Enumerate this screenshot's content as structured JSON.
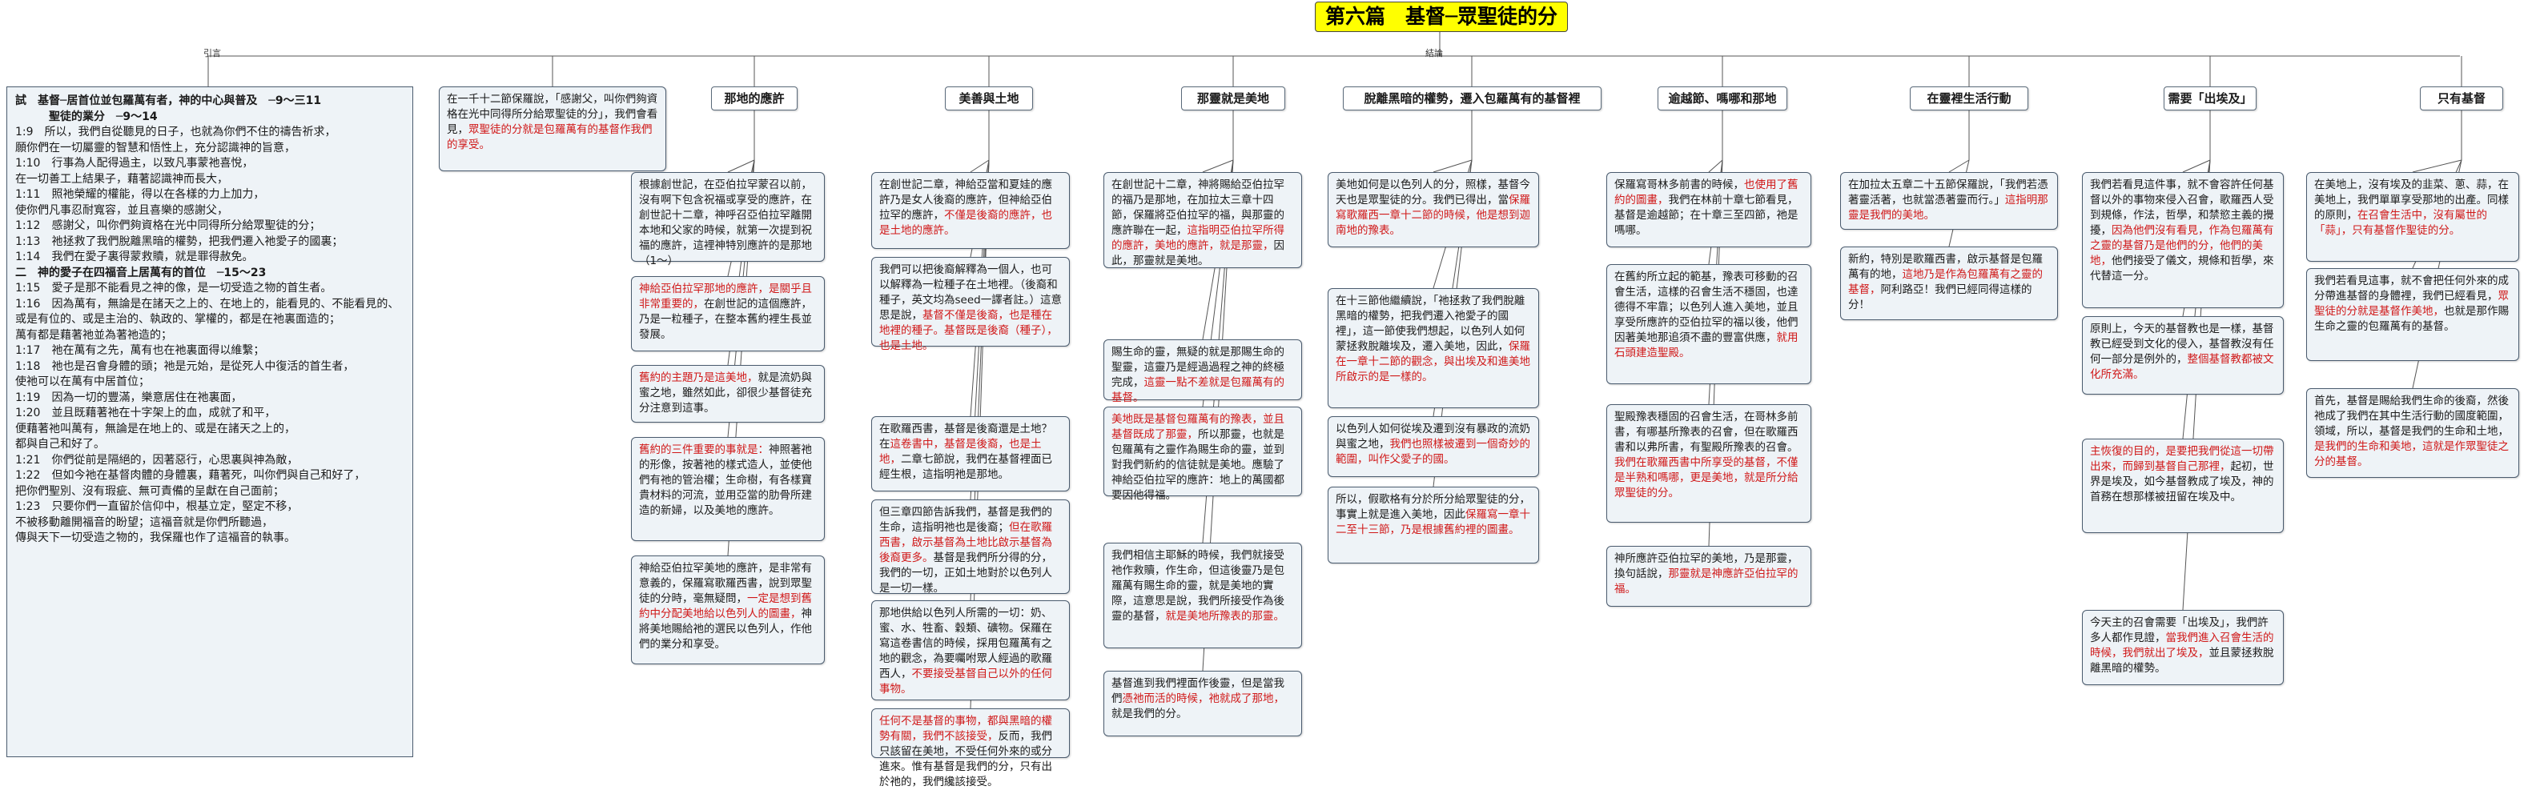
{
  "title": "第六篇　基督─眾聖徒的分",
  "labels": {
    "left": "引言",
    "right": "結論"
  },
  "outline": {
    "main": "試　基督─居首位並包羅萬有者，神的中心與普及　─9～三11",
    "line2": "　　　聖徒的業分　─9～14",
    "verses": [
      "1:9　所以，我們自從聽見的日子，也就為你們不住的禱告祈求，",
      "願你們在一切屬靈的智慧和悟性上，充分認識神的旨意，",
      "1:10　行事為人配得過主，以致凡事蒙祂喜悅，",
      "在一切善工上結果子，藉著認識神而長大，",
      "1:11　照祂榮耀的權能，得以在各樣的力上加力，",
      "使你們凡事忍耐寬容，並且喜樂的感謝父，",
      "1:12　感謝父，叫你們夠資格在光中同得所分給眾聖徒的分；",
      "1:13　祂拯救了我們脫離黑暗的權勢，把我們遷入祂愛子的國裏；",
      "1:14　我們在愛子裏得蒙救贖，就是罪得赦免。"
    ],
    "sec2": "二　神的愛子在四福音上居萬有的首位　─15～23",
    "verses2": [
      "1:15　愛子是那不能看見之神的像，是一切受造之物的首生者。",
      "1:16　因為萬有，無論是在諸天之上的、在地上的，能看見的、不能看見的、",
      "或是有位的、或是主治的、執政的、掌權的，都是在祂裏面造的；",
      "萬有都是藉著祂並為著祂造的；",
      "1:17　祂在萬有之先，萬有也在祂裏面得以維繫；",
      "1:18　祂也是召會身體的頭；祂是元始，是從死人中復活的首生者，",
      "使祂可以在萬有中居首位；",
      "1:19　因為一切的豐滿，樂意居住在祂裏面，",
      "1:20　並且既藉著祂在十字架上的血，成就了和平，",
      "便藉著祂叫萬有，無論是在地上的、或是在諸天之上的，",
      "都與自己和好了。",
      "1:21　你們從前是隔絕的，因著惡行，心思裏與神為敵，",
      "1:22　但如今祂在基督肉體的身體裏，藉著死，叫你們與自己和好了，",
      "把你們聖別、沒有瑕疵、無可責備的呈獻在自己面前；",
      "1:23　只要你們一直留於信仰中，根基立定，堅定不移，",
      "不被移動離開福音的盼望；這福音就是你們所聽過，",
      "傳與天下一切受造之物的，我保羅也作了這福音的執事。"
    ]
  },
  "intro": {
    "text": "在一千十二節保羅說，「感謝父，叫你們夠資格在光中同得所分給眾聖徒的分」，我們會看見，",
    "red": "眾聖徒的分就是包羅萬有的基督作我們的享受。"
  },
  "headings": {
    "h1": "那地的應許",
    "h2": "美善與土地",
    "h3": "那靈就是美地",
    "h4": "脫離黑暗的權勢，遷入包羅萬有的基督裡",
    "h5": "逾越節、嗎哪和那地",
    "h6": "在靈裡生活行動",
    "h7": "需要「出埃及」",
    "h8": "只有基督"
  },
  "col1": {
    "b1": "根據創世記，在亞伯拉罕蒙召以前，沒有啊下包含祝福或享受的應許，在創世記十二章，神呼召亞伯拉罕離開本地和父家的時候，就第一次提到祝福的應許，這裡神特別應許的是那地（1～）",
    "b1red": "第一次提到祝福的應許。",
    "b2": "神給亞伯拉罕那地的應許，是關乎且非常重要的，在創世記的這個應許，乃是一粒種子，在整本舊約裡生長並發展。",
    "b2red": "神給亞伯拉罕那地的應許，是關乎且非常重要的，",
    "b3": "舊約的主題乃是這美地，就是流奶與蜜之地，雖然如此，卻很少基督徒充分注意到這事。",
    "b3red": "舊約的主題乃是這美地，",
    "b4": "舊約的三件重要的事就是：神照著祂的形像，按著祂的樣式造人，並使他們有祂的管治權；生命樹，有各樣寶貴材料的河流，並用亞當的肋骨所建造的新婦，以及美地的應許。",
    "b4red": "舊約的三件重要的事就是：",
    "b5": "神給亞伯拉罕美地的應許，是非常有意義的，保羅寫歌羅西書，說到眾聖徒的分時，毫無疑問，一定是想到舊約中分配美地給以色列人的圖畫，神將美地賜給祂的選民以色列人，作他們的業分和享受。",
    "b5red": "一定是想到舊約中分配美地給以色列人的圖畫，"
  },
  "col2": {
    "b1": "在創世記二章，神給亞當和夏娃的應許乃是女人後裔的應許，但神給亞伯拉罕的應許，不僅是後裔的應許，也是土地的應許。",
    "b1red": "不僅是後裔的應許，也是土地的應許。",
    "b2": "我們可以把後裔解釋為一個人，也可以解釋為一粒種子在土地裡。（後裔和種子，英文均為seed一譯者註。）這意思是說，基督不僅是後裔，也是種在地裡的種子。基督既是後裔（種子），也是土地。",
    "b2red": "基督不僅是後裔，也是種在地裡的種子。基督既是後裔（種子），也是土地。",
    "b3": "在歌羅西書，基督是後裔還是土地？在這卷書中，基督是後裔，也是土地，二章七節說，我們在基督裡面已經生根，這指明祂是那地。",
    "b3red": "這卷書中，基督是後裔，也是土地，",
    "b4": "但三章四節告訴我們，基督是我們的生命，這指明祂也是後裔；但在歌羅西書，啟示基督為土地比啟示基督為後裔更多。基督是我們所分得的分，我們的一切，正如土地對於以色列人是一切一樣。",
    "b4red": "但在歌羅西書，啟示基督為土地比啟示基督為後裔更多。",
    "b5": "那地供給以色列人所需的一切：奶、蜜、水、牲畜、穀類、礦物。保羅在寫這卷書信的時候，採用包羅萬有之地的觀念，為要囑咐眾人經過的歌羅西人，不要接受基督自己以外的任何事物。",
    "b5red": "不要接受基督自己以外的任何事物。",
    "b6": "任何不是基督的事物，都與黑暗的權勢有關，我們不該接受，反而，我們只該留在美地，不受任何外來的或分進來。惟有基督是我們的分，只有出於祂的，我們纔該接受。",
    "b6red": "任何不是基督的事物，都與黑暗的權勢有關，我們不該接受，"
  },
  "col3": {
    "b1": "在創世記十二章，神將賜給亞伯拉罕的福乃是那地，在加拉太三章十四節，保羅將亞伯拉罕的福，與那靈的應許聯在一起，這指明亞伯拉罕所得的應許，美地的應許，就是那靈，因此，那靈就是美地。",
    "b1red": "這指明亞伯拉罕所得的應許，美地的應許，就是那靈，",
    "b2": "賜生命的靈，無疑的就是那賜生命的聖靈，這靈乃是經過過程之神的終極完成，這靈一點不差就是包羅萬有的基督。",
    "b2red": "這靈一點不差就是包羅萬有的基督。",
    "b3": "美地既是基督包羅萬有的豫表，並且基督既成了那靈，所以那靈，也就是包羅萬有之靈作為賜生命的靈，並到對我們新約的信徒就是美地。應驗了神給亞伯拉罕的應許：地上的萬國都要因他得福。",
    "b3red": "美地既是基督包羅萬有的豫表，並且基督既成了那靈，",
    "b4": "我們相信主耶穌的時候，我們就接受祂作救贖，作生命，但這後靈乃是包羅萬有賜生命的靈，就是美地的實際，這意思是說，我們所接受作為後靈的基督，就是美地所豫表的那靈。",
    "b4red": "就是美地所豫表的那靈。",
    "b5": "基督進到我們裡面作後靈，但是當我們憑祂而活的時候，祂就成了那地，就是我們的分。",
    "b5red": "憑祂而活的時候，祂就成了那地，"
  },
  "col4": {
    "b1": "美地如何是以色列人的分，照樣，基督今天也是眾聖徒的分。我們已得出，當保羅寫歌羅西一章十二節的時候，他是想到迦南地的豫表。",
    "b1red": "保羅寫歌羅西一章十二節的時候，他是想到迦南地的豫表。",
    "b2": "在十三節他繼續說，「祂拯救了我們脫離黑暗的權勢，把我們遷入祂愛子的國裡」，這一節使我們想起，以色列人如何蒙拯救脫離埃及，遷入美地，因此，保羅在一章十二節的觀念，與出埃及和進美地所啟示的是一樣的。",
    "b2red": "保羅在一章十二節的觀念，與出埃及和進美地所啟示的是一樣的。",
    "b3": "以色列人如何從埃及遷到沒有暴政的流奶與蜜之地，我們也照樣被遷到一個奇妙的範圍，叫作父愛子的國。",
    "b3red": "我們也照樣被遷到一個奇妙的範圍，叫作父愛子的國。",
    "b4": "所以，假歌格有分於所分給眾聖徒的分，事實上就是進入美地，因此保羅寫一章十二至十三節，乃是根據舊約裡的圖畫。",
    "b4red": "保羅寫一章十二至十三節，乃是根據舊約裡的圖畫。"
  },
  "col5": {
    "b1": "保羅寫哥林多前書的時候，也使用了舊約的圖畫，我們在林前十章七節看見，基督是逾越節；在十章三至四節，祂是嗎哪。",
    "b1red": "也使用了舊約的圖畫，",
    "b2": "在舊約所立起的範基，豫表可移動的召會生活，這樣的召會生活不穩固，也達德得不牢靠；以色列人進入美地，並且享受所應許的亞伯拉罕的福以後，他們因著美地那追須不盡的豐富供應，就用石頭建造聖殿。",
    "b2red": "就用石頭建造聖殿。",
    "b3": "聖殿豫表穩固的召會生活，在哥林多前書，有哪基所豫表的召會，但在歌羅西書和以弗所書，有聖殿所豫表的召會。我們在歌羅西書中所享受的基督，不僅是半熟和嗎哪，更是美地，就是所分給眾聖徒的分。",
    "b3red": "我們在歌羅西書中所享受的基督，不僅是半熟和嗎哪，更是美地，就是所分給眾聖徒的分。",
    "b4": "神所應許亞伯拉罕的美地，乃是那靈，換句話說，那靈就是神應許亞伯拉罕的福。",
    "b4red": "那靈就是神應許亞伯拉罕的福。"
  },
  "col6": {
    "b1": "在加拉太五章二十五節保羅說，「我們若憑著靈活著，也就當憑著靈而行。」這指明那靈是我們的美地。",
    "b1red": "這指明那靈是我們的美地。",
    "b2": "新約，特別是歌羅西書，啟示基督是包羅萬有的地，這地乃是作為包羅萬有之靈的基督，阿利路亞！我們已經同得這樣的分！",
    "b2red": "這地乃是作為包羅萬有之靈的基督，"
  },
  "col7": {
    "b1": "我們若看見這件事，就不會容許任何基督以外的事物來侵入召會，歌羅西人受到規條，作法，哲學，和禁慾主義的攪擾，因為他們沒有看見，作為包羅萬有之靈的基督乃是他們的分，他們的美地，他們接受了儀文，規條和哲學，來代替這一分。",
    "b1red": "因為他們沒有看見，作為包羅萬有之靈的基督乃是他們的分，他們的美地，",
    "b2": "原則上，今天的基督教也是一樣，基督教已經受到文化的侵入，基督教沒有任何一部分是例外的，整個基督教都被文化所充滿。",
    "b2red": "整個基督教都被文化所充滿。",
    "b3": "主恢復的目的，是要把我們從這一切帶出來，而歸到基督自己那裡，起初，世界是埃及，如今基督教成了埃及，神的首務在想那樣被扭留在埃及中。",
    "b3red": "主恢復的目的，是要把我們從這一切帶出來，而歸到基督自己那裡，",
    "b4": "今天主的召會需要「出埃及」，我們許多人都作見證，當我們進入召會生活的時候，我們就出了埃及，並且蒙拯救脫離黑暗的權勢。",
    "b4red": "當我們進入召會生活的時候，我們就出了埃及，"
  },
  "col8": {
    "b1": "在美地上，沒有埃及的韭菜、蔥、蒜，在美地上，我們單單享受那地的出產。同樣的原則，在召會生活中，沒有屬世的「蒜」，只有基督作聖徒的分。",
    "b1red": "在召會生活中，沒有屬世的「蒜」，只有基督作聖徒的分。",
    "b2": "我們若看見這事，就不會把任何外來的成分帶進基督的身體裡，我們已經看見，眾聖徒的分就是基督作美地，也就是那作賜生命之靈的包羅萬有的基督。",
    "b2red": "眾聖徒的分就是基督作美地，",
    "b3": "首先，基督是賜給我們生命的後裔，然後祂成了我們在其中生活行動的國度範圍，領域，所以，基督是我們的生命和土地，是我們的生命和美地，這就是作眾聖徒之分的基督。",
    "b3red": "是我們的生命和美地，這就是作眾聖徒之分的基督。"
  }
}
